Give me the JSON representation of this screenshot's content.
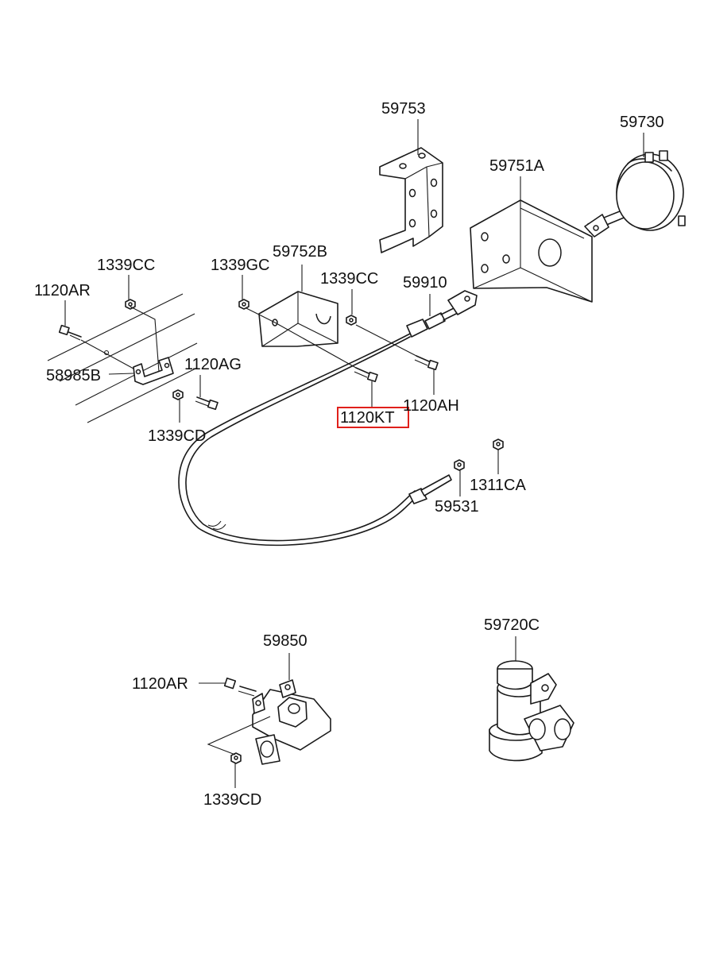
{
  "highlight_color": "#e0201b",
  "labels": {
    "p59753": "59753",
    "p59730": "59730",
    "p59751A": "59751A",
    "p1339CC_left": "1339CC",
    "p1339GC": "1339GC",
    "p59752B": "59752B",
    "p1339CC_mid": "1339CC",
    "p59910": "59910",
    "p1120AR_top": "1120AR",
    "p58985B": "58985B",
    "p1120AG": "1120AG",
    "p1120AH": "1120AH",
    "p1120KT": "1120KT",
    "p1339CD_top": "1339CD",
    "p1311CA": "1311CA",
    "p59531": "59531",
    "p59850": "59850",
    "p59720C": "59720C",
    "p1120AR_bottom": "1120AR",
    "p1339CD_bottom": "1339CD"
  }
}
